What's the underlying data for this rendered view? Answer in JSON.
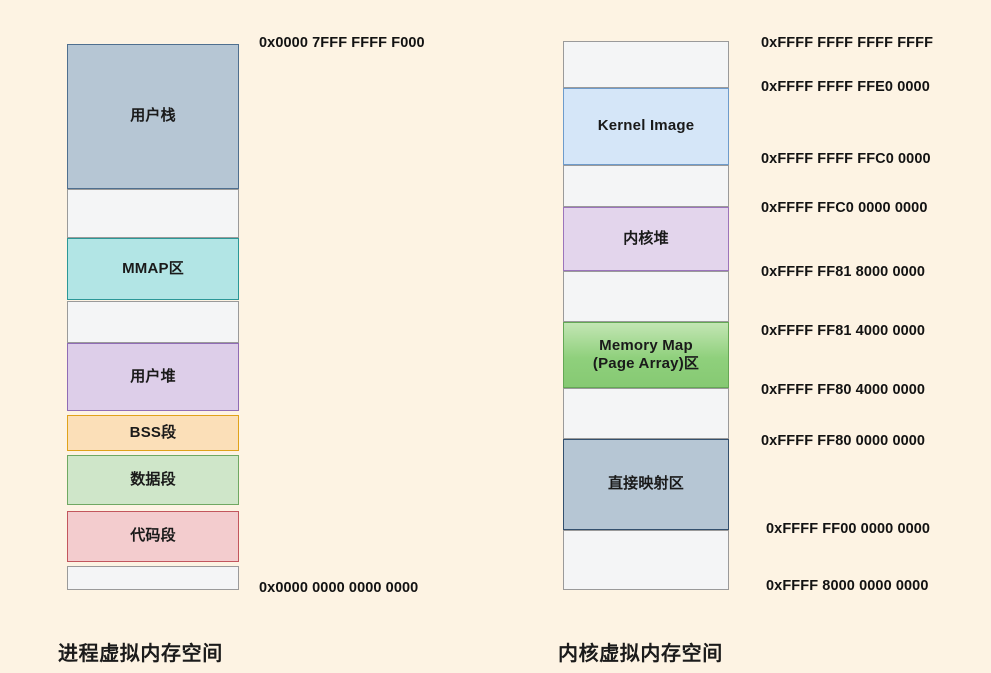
{
  "diagram": {
    "background_color": "#fdf3e3",
    "process": {
      "caption": "进程虚拟内存空间",
      "top_address": "0x0000 7FFF FFFF F000",
      "bottom_address": "0x0000 0000 0000 0000",
      "segments": [
        {
          "label": "用户栈",
          "fill": "#b6c6d4",
          "border": "#4f6f8f",
          "kind": "region"
        },
        {
          "label": "",
          "fill": "#f4f5f6",
          "border": "#9a9a9a",
          "kind": "gap"
        },
        {
          "label": "MMAP区",
          "fill": "#b2e5e5",
          "border": "#2b9797",
          "kind": "region"
        },
        {
          "label": "",
          "fill": "#f4f5f6",
          "border": "#9a9a9a",
          "kind": "gap"
        },
        {
          "label": "用户堆",
          "fill": "#ddcee9",
          "border": "#8f6cb5",
          "kind": "region"
        },
        {
          "label": "BSS段",
          "fill": "#fbdfb8",
          "border": "#e0a21a",
          "kind": "region"
        },
        {
          "label": "数据段",
          "fill": "#cfe6c9",
          "border": "#6fa862",
          "kind": "region"
        },
        {
          "label": "代码段",
          "fill": "#f3ccce",
          "border": "#c2565d",
          "kind": "region"
        },
        {
          "label": "",
          "fill": "#f4f5f6",
          "border": "#9a9a9a",
          "kind": "gap"
        }
      ]
    },
    "kernel": {
      "caption": "内核虚拟内存空间",
      "segments": [
        {
          "label": "",
          "fill": "#f4f5f6",
          "border": "#8d8d8d",
          "kind": "gap"
        },
        {
          "label": "Kernel Image",
          "fill": "#d5e6f8",
          "border": "#6e9bcb",
          "kind": "region"
        },
        {
          "label": "",
          "fill": "#f4f5f6",
          "border": "#8d8d8d",
          "kind": "gap"
        },
        {
          "label": "内核堆",
          "fill": "#e3d5ec",
          "border": "#9b74bb",
          "kind": "region"
        },
        {
          "label": "",
          "fill": "#f4f5f6",
          "border": "#8d8d8d",
          "kind": "gap"
        },
        {
          "label": "Memory Map\n(Page Array)区",
          "fill": "#8fd07c",
          "border": "#64a755",
          "kind": "region"
        },
        {
          "label": "",
          "fill": "#f4f5f6",
          "border": "#8d8d8d",
          "kind": "gap"
        },
        {
          "label": "直接映射区",
          "fill": "#b6c6d4",
          "border": "#34506e",
          "kind": "region"
        },
        {
          "label": "",
          "fill": "#f4f5f6",
          "border": "#8d8d8d",
          "kind": "gap"
        }
      ],
      "addresses": [
        "0xFFFF FFFF FFFF FFFF",
        "0xFFFF FFFF FFE0 0000",
        "0xFFFF FFFF FFC0 0000",
        "0xFFFF FFC0 0000 0000",
        "0xFFFF FF81 8000 0000",
        "0xFFFF FF81 4000 0000",
        "0xFFFF FF80 4000 0000",
        "0xFFFF FF80 0000 0000",
        "0xFFFF FF00 0000 0000",
        "0xFFFF 8000 0000 0000"
      ]
    }
  }
}
